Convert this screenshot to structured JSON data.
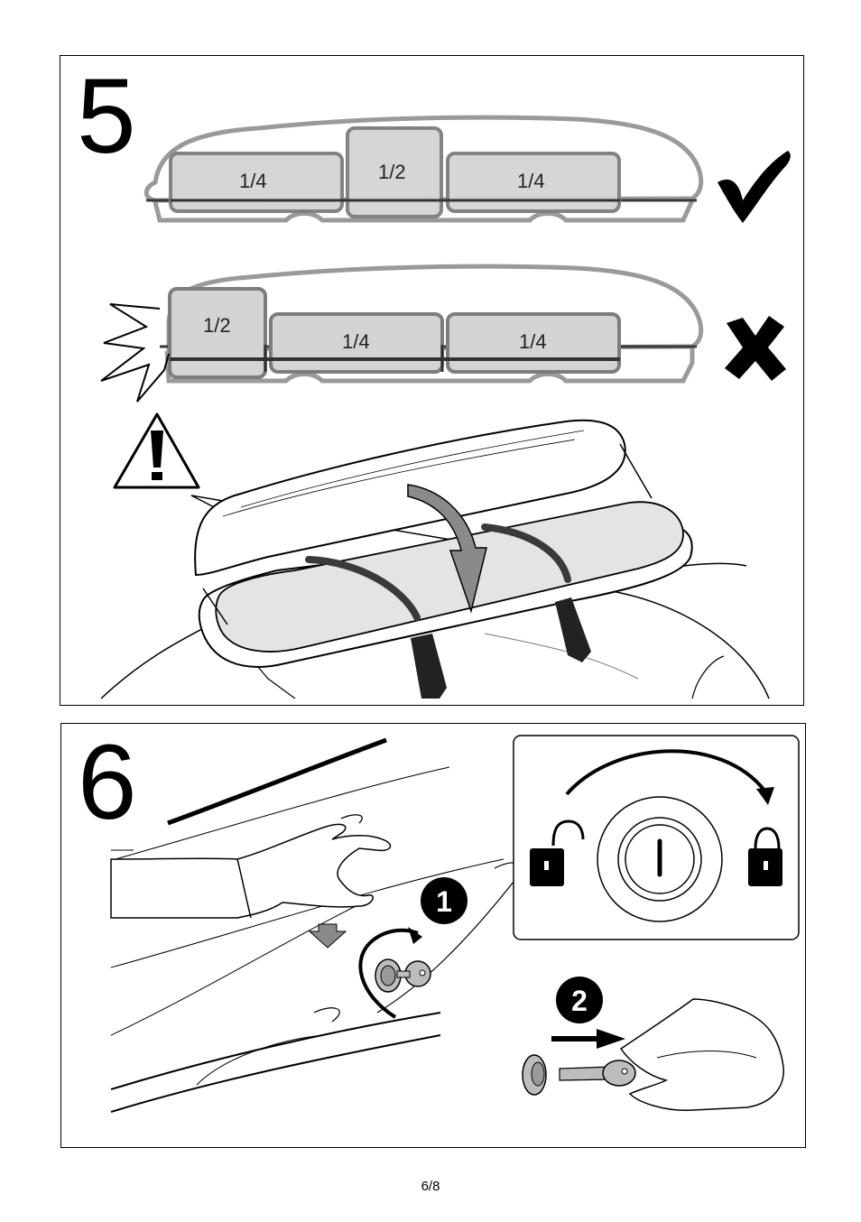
{
  "page": {
    "number": "6/8"
  },
  "step5": {
    "number": "5",
    "box_correct": {
      "segments": [
        "1/4",
        "1/2",
        "1/4"
      ],
      "verdict_icon": "checkmark-icon"
    },
    "box_incorrect": {
      "segments": [
        "1/2",
        "1/4",
        "1/4"
      ],
      "verdict_icon": "cross-icon"
    },
    "warning_icon": "warning-triangle-icon"
  },
  "step6": {
    "number": "6",
    "badge_1": "1",
    "badge_2": "2",
    "lock_inset": {
      "left_icon": "unlocked-padlock-icon",
      "right_icon": "locked-padlock-icon",
      "center_icon": "lock-cylinder-icon"
    }
  }
}
